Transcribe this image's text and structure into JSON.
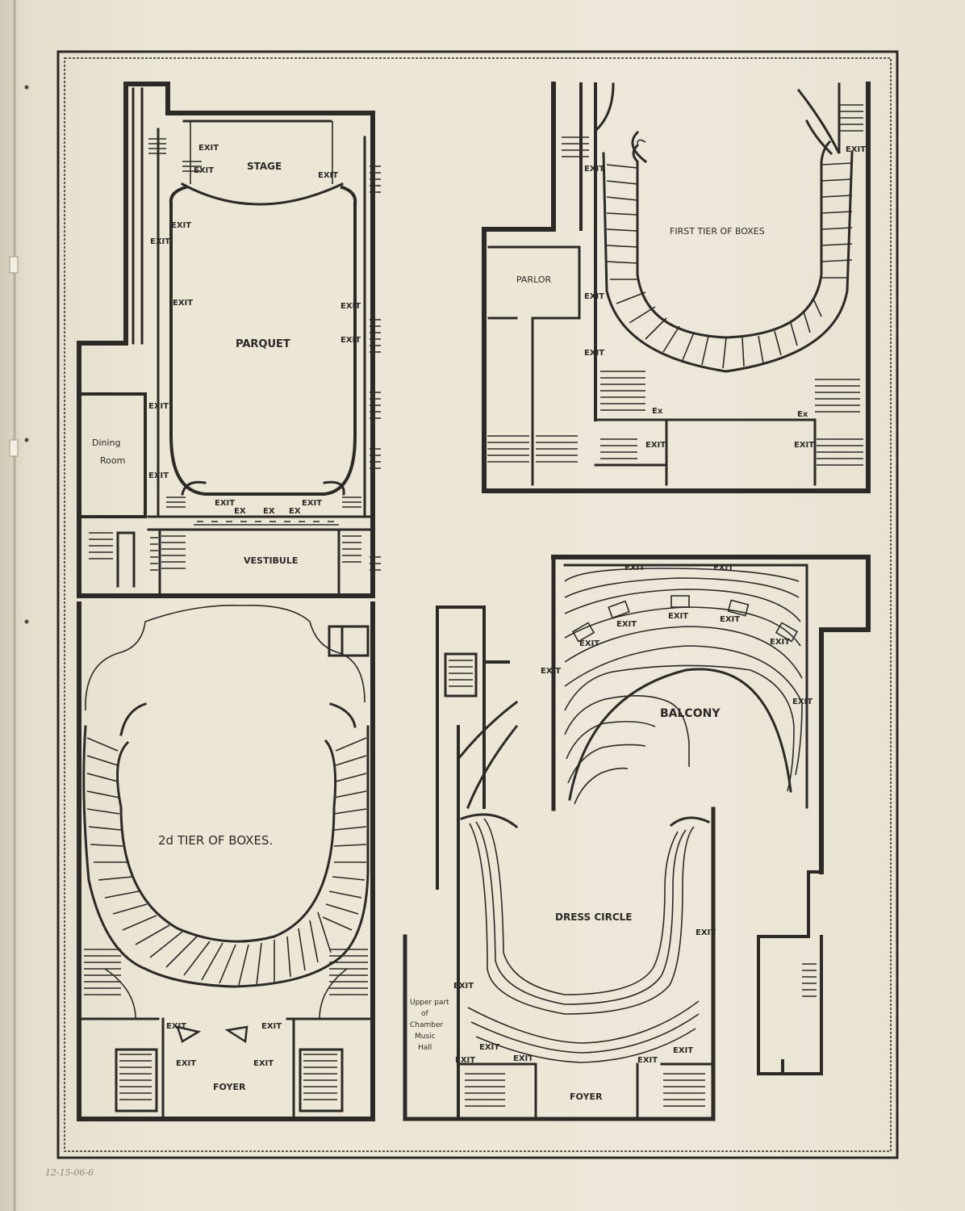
{
  "colors": {
    "paper": "#ece7d8",
    "ink": "#2b2a26",
    "border": "#2b2a26"
  },
  "plans": {
    "parquet": {
      "stage": "STAGE",
      "hall": "PARQUET",
      "dining": "Dining",
      "room": "Room",
      "vestibule": "VESTIBULE",
      "exit": "EXIT",
      "ex": "EX"
    },
    "first_tier": {
      "title": "FIRST TIER OF BOXES",
      "parlor": "PARLOR",
      "exit": "EXIT",
      "ex": "Ex"
    },
    "second_tier": {
      "title": "2d TIER OF BOXES.",
      "foyer": "FOYER",
      "exit": "EXIT"
    },
    "balcony": {
      "title": "BALCONY",
      "dress_circle": "DRESS CIRCLE",
      "foyer": "FOYER",
      "chamber_1": "Upper part",
      "chamber_2": "of",
      "chamber_3": "Chamber",
      "chamber_4": "Music",
      "chamber_5": "Hall",
      "exit": "EXIT"
    }
  },
  "margin_note": "12-15-06-6"
}
